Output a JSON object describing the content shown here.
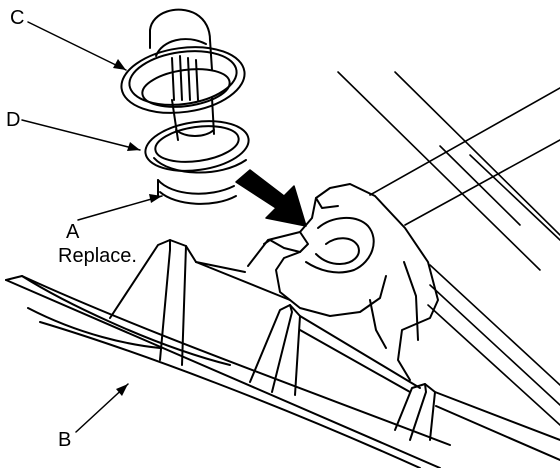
{
  "callouts": {
    "c": {
      "letter": "C"
    },
    "d": {
      "letter": "D"
    },
    "a": {
      "letter": "A",
      "note": "Replace."
    },
    "b": {
      "letter": "B"
    }
  },
  "colors": {
    "ink": "#000000",
    "paper": "#ffffff"
  }
}
